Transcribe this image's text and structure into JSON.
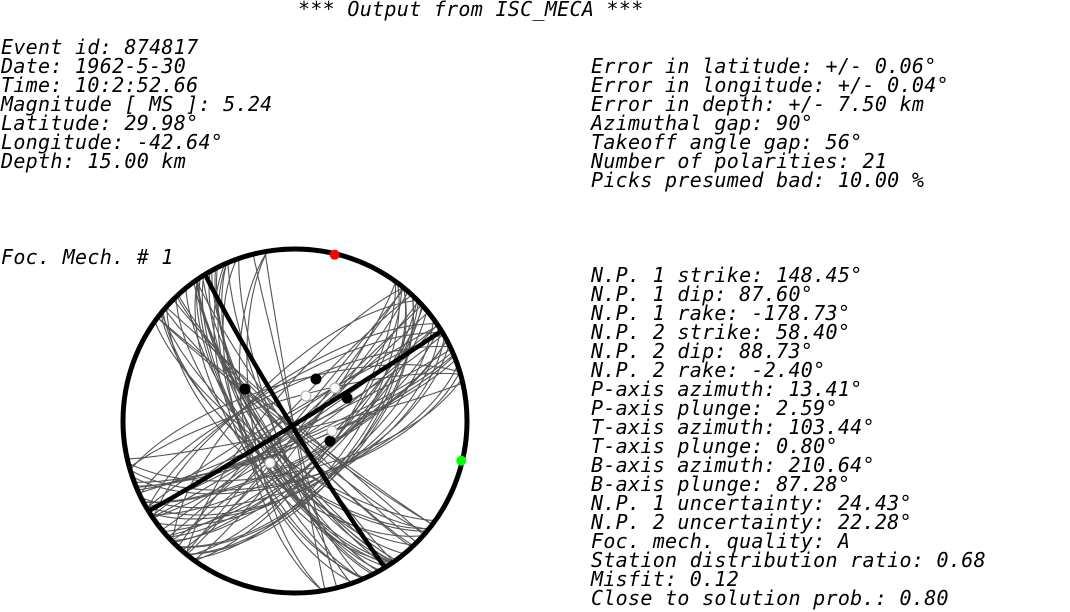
{
  "title": "*** Output from ISC_MECA ***",
  "event_info": [
    "Event id: 874817",
    "Date: 1962-5-30",
    "Time: 10:2:52.66",
    "Magnitude [ MS ]: 5.24",
    "Latitude: 29.98°",
    "Longitude: -42.64°",
    "Depth: 15.00 km"
  ],
  "error_info": [
    "Error in latitude: +/- 0.06°",
    "Error in longitude: +/- 0.04°",
    "Error in depth: +/- 7.50 km",
    "Azimuthal gap: 90°",
    "Takeoff angle gap: 56°",
    "Number of polarities: 21",
    "Picks presumed bad: 10.00 %"
  ],
  "mechanism_label": "Foc. Mech. # 1",
  "mechanism_info": [
    "N.P. 1 strike: 148.45°",
    "N.P. 1 dip: 87.60°",
    "N.P. 1 rake: -178.73°",
    "N.P. 2 strike: 58.40°",
    "N.P. 2 dip: 88.73°",
    "N.P. 2 rake: -2.40°",
    "P-axis azimuth: 13.41°",
    "P-axis plunge: 2.59°",
    "T-axis azimuth: 103.44°",
    "T-axis plunge: 0.80°",
    "B-axis azimuth: 210.64°",
    "B-axis plunge: 87.28°",
    "N.P. 1 uncertainty: 24.43°",
    "N.P. 2 uncertainty: 22.28°",
    "Foc. mech. quality: A",
    "Station distribution ratio: 0.68",
    "Misfit: 0.12",
    "Close to solution prob.: 0.80"
  ],
  "colors": {
    "text": "#000000",
    "outline": "#000000",
    "nodal_planes": "#000000",
    "uncertainty_curves": "#555555",
    "p_axis_marker": "#ff0000",
    "t_axis_marker": "#00ff00",
    "compression_polarity": "#000000",
    "dilatation_polarity": "#ffffff"
  }
}
